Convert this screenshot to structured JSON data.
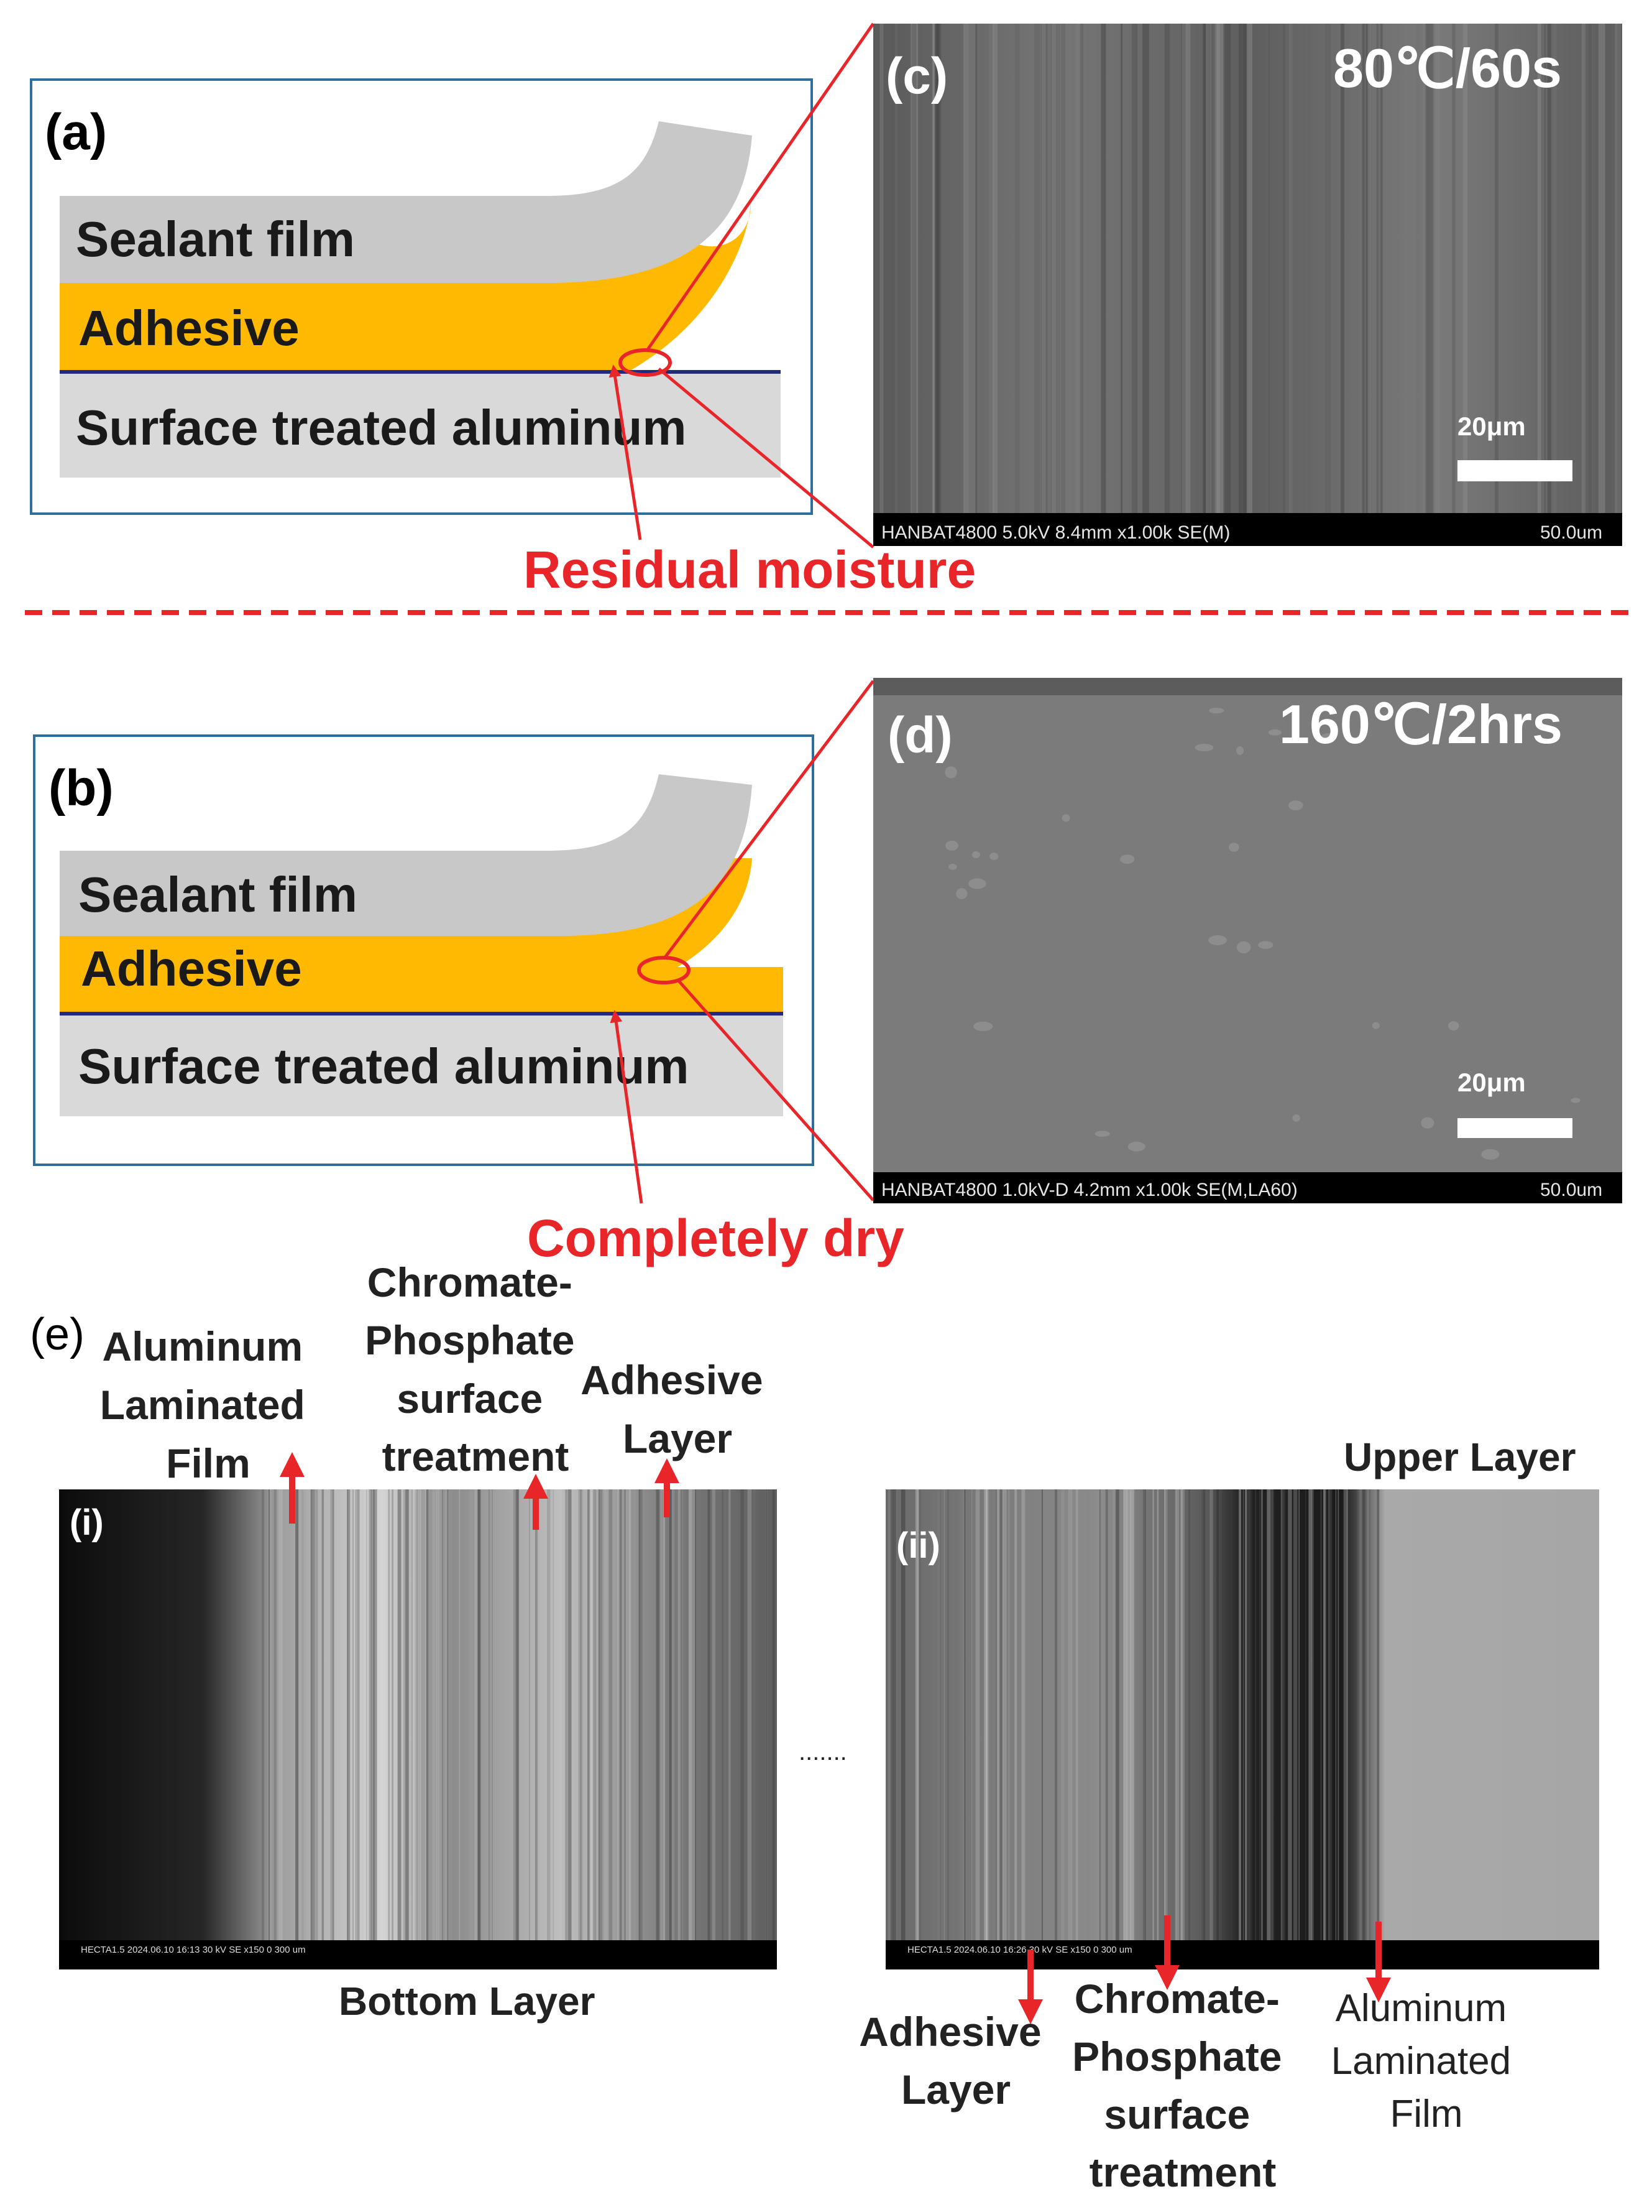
{
  "panel_a": {
    "label": "(a)",
    "sealant": "Sealant film",
    "adhesive": "Adhesive",
    "aluminum": "Surface treated aluminum",
    "callout": "Residual moisture"
  },
  "panel_b": {
    "label": "(b)",
    "sealant": "Sealant film",
    "adhesive": "Adhesive",
    "aluminum": "Surface treated aluminum",
    "callout": "Completely dry"
  },
  "panel_c": {
    "label": "(c)",
    "condition": "80℃/60s",
    "scale": "20μm",
    "footer_left": "HANBAT4800 5.0kV 8.4mm x1.00k SE(M)",
    "footer_right": "50.0um"
  },
  "panel_d": {
    "label": "(d)",
    "condition": "160℃/2hrs",
    "scale": "20μm",
    "footer_left": "HANBAT4800 1.0kV-D 4.2mm x1.00k SE(M,LA60)",
    "footer_right": "50.0um"
  },
  "panel_e": {
    "label": "(e)",
    "ellipsis": ".......",
    "sem_i": {
      "label": "(i)",
      "top_labels": {
        "film": [
          "Aluminum",
          "Laminated",
          "Film"
        ],
        "chromate": [
          "Chromate-",
          "Phosphate",
          "surface",
          "treatment"
        ],
        "adhesive": [
          "Adhesive",
          "Layer"
        ]
      },
      "bottom_label": "Bottom Layer",
      "footer": [
        "HECTA1.5",
        "2024.06.10 16:13",
        "30 kV",
        "SE",
        "x150",
        "0",
        "300 um"
      ]
    },
    "sem_ii": {
      "label": "(ii)",
      "top_label": "Upper Layer",
      "bottom_labels": {
        "adhesive": [
          "Adhesive",
          "Layer"
        ],
        "chromate": [
          "Chromate-",
          "Phosphate",
          "surface",
          "treatment"
        ],
        "film": [
          "Aluminum",
          "Laminated",
          "Film"
        ]
      },
      "footer": [
        "HECTA1.5",
        "2024.06.10 16:26",
        "30 kV",
        "SE",
        "x150",
        "0",
        "300 um"
      ]
    }
  },
  "colors": {
    "red": "#e8262a",
    "adhesive": "#ffb900",
    "sealant": "#c8c8c8",
    "aluminum": "#d9d9d9",
    "frame": "#2e6e9e",
    "interface": "#1f2a80"
  }
}
